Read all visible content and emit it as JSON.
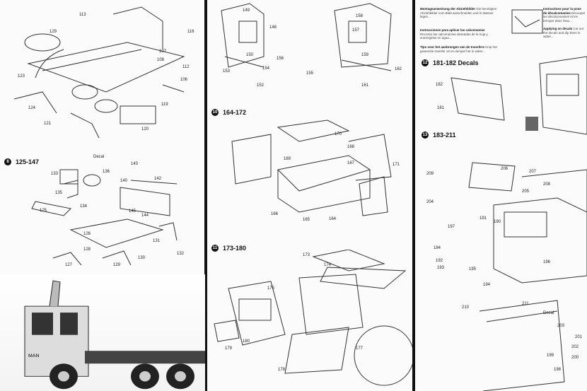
{
  "steps": [
    {
      "num": "8",
      "range": "125-147"
    },
    {
      "num": "10",
      "range": "164-172"
    },
    {
      "num": "11",
      "range": "173-180"
    },
    {
      "num": "12",
      "range": "181-182  Decals"
    },
    {
      "num": "13",
      "range": "183-211"
    }
  ],
  "left_parts": [
    "113",
    "129",
    "116",
    "123",
    "121",
    "124",
    "107",
    "108",
    "112",
    "106",
    "119",
    "120",
    "143",
    "133",
    "125",
    "136",
    "140",
    "142",
    "144",
    "145",
    "135",
    "134",
    "126",
    "128",
    "127",
    "129",
    "130",
    "131",
    "132",
    "Decal"
  ],
  "middle_parts": [
    "149",
    "148",
    "150",
    "153",
    "154",
    "152",
    "156",
    "157",
    "158",
    "159",
    "155",
    "161",
    "162",
    "165",
    "168",
    "167",
    "170",
    "171",
    "166",
    "169",
    "164",
    "173",
    "174",
    "175",
    "179",
    "180",
    "178",
    "177"
  ],
  "right_parts": [
    "181",
    "182",
    "204",
    "206",
    "205",
    "207",
    "208",
    "209",
    "191",
    "190",
    "197",
    "184",
    "192",
    "193",
    "195",
    "196",
    "194",
    "210",
    "211",
    "203",
    "202",
    "201",
    "200",
    "199",
    "198",
    "Decal"
  ],
  "instructions": [
    {
      "heading": "Montageanweisung der Abziehbilder",
      "body": "Die benötigten Abziehbilder vom Blatt ausschneiden und in Wasser legen..."
    },
    {
      "heading": "Instrucciones para aplicar las calcomanías",
      "body": "Recortar las calcomanías deseadas de la hoja y sumergirlas en agua..."
    },
    {
      "heading": "Tips voor het aanbrengen van de transfers",
      "body": "Knip het gewenste transfer uit en dompel het in water..."
    },
    {
      "heading": "Instructions pour la pose de décalcomanies",
      "body": "Découper les décalcomanies et les tremper dans l'eau..."
    },
    {
      "heading": "Applying on decals",
      "body": "Cut out the decals and dip them in water..."
    }
  ],
  "truck_badge": "MAN"
}
